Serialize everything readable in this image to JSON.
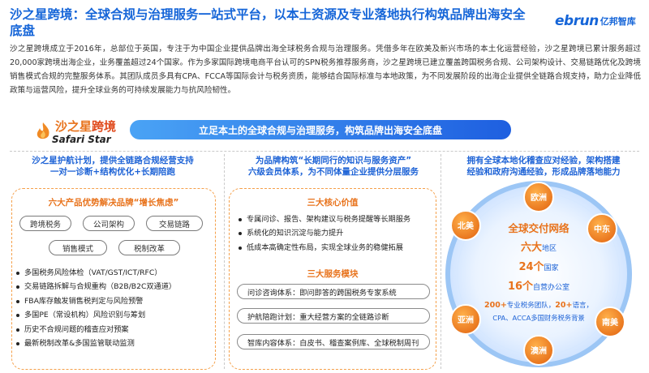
{
  "header": {
    "title": "沙之星跨境：全球合规与治理服务一站式平台，以本土资源及专业落地执行构筑品牌出海安全底盘",
    "logo_brand": "ebrun",
    "logo_sub": "亿邦智库",
    "intro": "沙之星跨境成立于2016年，总部位于英国，专注于为中国企业提供品牌出海全球税务合规与治理服务。凭借多年在欧美及新兴市场的本土化运营经验，沙之星跨境已累计服务超过20,000家跨境出海企业，业务覆盖超过24个国家。作为多家国际跨境电商平台认可的SPN税务推荐服务商，沙之星跨境已建立覆盖跨国税务合规、公司架构设计、交易链路优化及跨境销售模式合规的完整服务体系。其团队成员多具有CPA、FCCA等国际会计与税务资质，能够结合国际标准与本地政策，为不同发展阶段的出海企业提供全链路合规支持，助力企业降低政策与运营风险，提升全球业务的可持续发展能力与抗风险韧性。"
  },
  "brand": {
    "name_cn_a": "沙之星",
    "name_cn_b": "跨境",
    "name_en": "Safari Star"
  },
  "banner": "立足本土的全球合规与治理服务，构筑品牌出海安全底盘",
  "col1": {
    "heading_l1": "沙之星护航计划，提供全链路合规经营支持",
    "heading_l2": "一对一诊断+结构优化+长期陪跑",
    "panel_title": "六大产品优势解决品牌“增长焦虑”",
    "pills": [
      "跨境税务",
      "公司架构",
      "交易链路",
      "销售模式",
      "税制改革"
    ],
    "bullets": [
      "多国税务风险体检（VAT/GST/ICT/RFC）",
      "交易链路拆解与合规重构（B2B/B2C双通道）",
      "FBA库存触发销售税判定与风险预警",
      "多国PE（常设机构）风险识别与筹划",
      "历史不合规问题的稽查应对预案",
      "最新税制改革&多国监管联动监测"
    ]
  },
  "col2": {
    "heading_l1": "为品牌构筑“长期同行的知识与服务资产”",
    "heading_l2": "六级会员体系，为不同体量企业提供分层服务",
    "values_title": "三大核心价值",
    "values": [
      "专属问诊、报告、架构建议与税务提醒等长期服务",
      "系统化的知识沉淀与能力提升",
      "低成本高确定性布局，实现全球业务的稳健拓展"
    ],
    "modules_title": "三大服务模块",
    "modules": [
      "问诊咨询体系：即问即答的跨国税务专家系统",
      "护航陪跑计划：重大经营方案的全链路诊断",
      "智库内容体系：白皮书、稽查案例库、全球税制周刊"
    ]
  },
  "col3": {
    "heading_l1": "拥有全球本地化稽查应对经验，架构搭建",
    "heading_l2": "经验和政府沟通经验，形成品牌落地能力",
    "regions": {
      "europe": "欧洲",
      "north_america": "北美",
      "middle_east": "中东",
      "asia": "亚洲",
      "south_america": "南美",
      "oceania": "澳洲"
    },
    "center_title": "全球交付网络",
    "stat1_num": "六大",
    "stat1_unit": "地区",
    "stat2_num": "24个",
    "stat2_unit": "国家",
    "stat3_num": "16个",
    "stat3_unit": "自营办公室",
    "team_num1": "200+",
    "team_text1": "专业税务团队，",
    "team_num2": "20+",
    "team_text2": "语言，",
    "team_line2": "CPA、ACCA多国财务税务背景"
  },
  "colors": {
    "blue": "#1e63d6",
    "orange": "#e8731c",
    "dashed_border": "#f5a04a"
  }
}
